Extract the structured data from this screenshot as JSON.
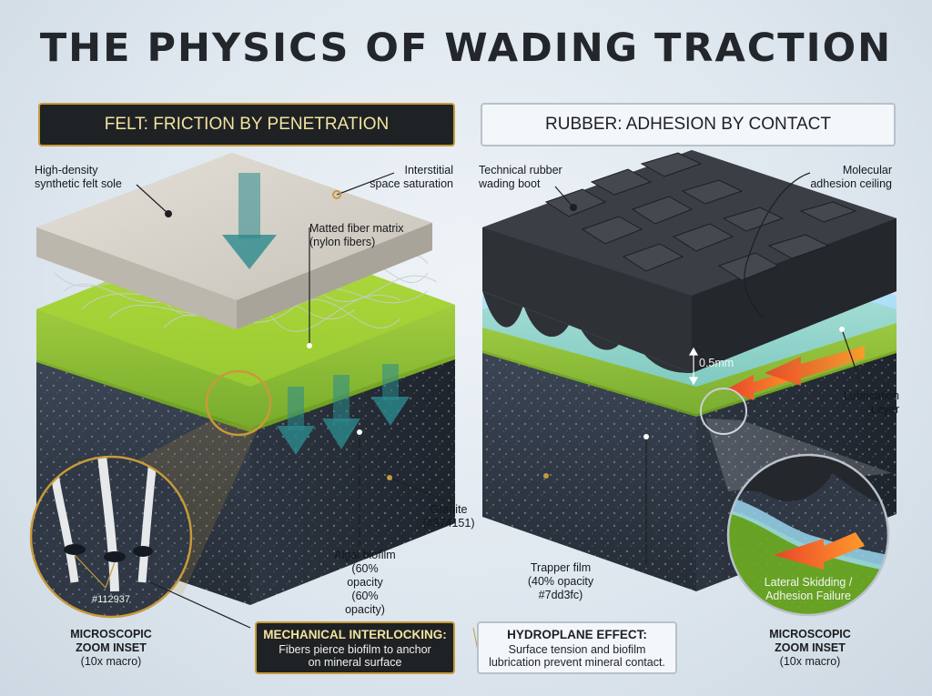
{
  "title": "THE PHYSICS OF WADING TRACTION",
  "felt": {
    "banner": "FELT: FRICTION BY PENETRATION",
    "labels": {
      "sole": [
        "High-density",
        "synthetic felt sole"
      ],
      "interstitial": [
        "Interstitial",
        "space saturation"
      ],
      "matted": [
        "Matted fiber matrix",
        "(nylon fibers)"
      ],
      "granite": [
        "Granite",
        "(#374151)"
      ],
      "biofilm": [
        "Algal biofilm",
        "(60% opacity",
        "(60% opacity)"
      ],
      "inset_code": "#112937"
    },
    "inset": [
      "MICROSCOPIC",
      "ZOOM INSET",
      "(10x macro)"
    ],
    "box": {
      "heading": "MECHANICAL INTERLOCKING:",
      "body": [
        "Fibers pierce biofilm to anchor",
        "on mineral surface"
      ]
    }
  },
  "rubber": {
    "banner": "RUBBER: ADHESION BY CONTACT",
    "labels": {
      "boot": [
        "Technical rubber",
        "wading boot"
      ],
      "molecular": [
        "Molecular",
        "adhesion ceiling"
      ],
      "gap": "0.5mm",
      "lubrication": [
        "Lubrication",
        "Layer"
      ],
      "trapper": [
        "Trapper film",
        "(40% opacity",
        "#7dd3fc)"
      ],
      "skid": [
        "Lateral Skidding /",
        "Adhesion Failure"
      ]
    },
    "inset": [
      "MICROSCOPIC",
      "ZOOM INSET",
      "(10x macro)"
    ],
    "box": {
      "heading": "HYDROPLANE EFFECT:",
      "body": [
        "Surface tension and biofilm",
        "lubrication prevent mineral contact."
      ]
    }
  },
  "colors": {
    "granite": "#374151",
    "biofilm": "#9bd02a",
    "water": "#7dd3fc",
    "felt": "#d6d2c9",
    "rubber": "#2e3136",
    "arrow_teal": "#2a8a8c",
    "arrow_red": "#e8452a",
    "accent_gold": "#c79a3c"
  }
}
